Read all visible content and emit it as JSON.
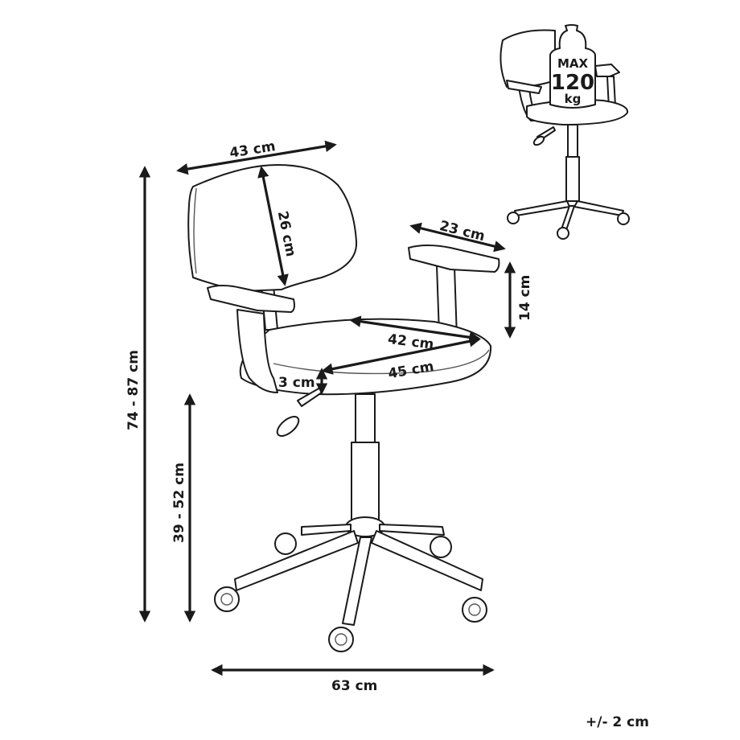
{
  "dimensions": {
    "backrest_width": "43 cm",
    "backrest_height": "26 cm",
    "armrest_length": "23 cm",
    "armrest_height": "14 cm",
    "seat_depth": "42 cm",
    "seat_width": "45 cm",
    "seat_thickness": "3 cm",
    "total_height": "74 - 87 cm",
    "seat_height": "39 - 52 cm",
    "base_width": "63 cm",
    "tolerance": "+/- 2 cm"
  },
  "max_load": {
    "line1": "MAX",
    "line2": "120",
    "line3": "kg"
  },
  "colors": {
    "line": "#1a1a1a",
    "background": "#ffffff"
  }
}
